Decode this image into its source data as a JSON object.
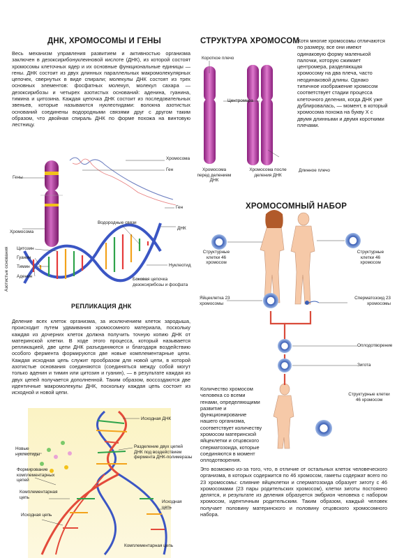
{
  "left": {
    "title": "ДНК, ХРОМОСОМЫ И ГЕНЫ",
    "intro": "Весь механизм управления развитием и активностью организма заключен в дезоксирибонуклеиновой кислоте (ДНК), из которой состоят хромосомы клеточных ядер и их основные функциональные единицы — гены. ДНК состоит из двух длинных параллельных макромолекулярных цепочек, свернутых в виде спирали; молекулы ДНК состоят из трех основных элементов: фосфатных молекул, молекул сахара — дезоксирибозы и четырех азотистых оснований: аденина, гуанина, тимина и цитозина. Каждая цепочка ДНК состоит из последовательных звеньев, которые называются нуклеотидами: волокна азотистых оснований соединены водородными связями друг с другом таким образом, что двойная спираль ДНК по форме похожа на винтовую лестницу.",
    "dna_labels": {
      "chromosome_top": "Хромосома",
      "gene_top": "Ген",
      "genes": "Гены",
      "gene_mid": "Ген",
      "hydrogen_bonds": "Водородные связи",
      "dna": "ДНК",
      "chromosome_left": "Хромосома",
      "nitrogen_bases": "Азотистые основания",
      "cytosine": "Цитозин",
      "guanine": "Гуанин",
      "thymine": "Тимин",
      "adenine": "Аденин",
      "nucleotide": "Нуклеотид",
      "side_chain": "Боковая цепочка дезоксирибозы и фосфата"
    },
    "replication_title": "РЕПЛИКАЦИЯ ДНК",
    "replication_text": "Деление всех клеток организма, за исключением клеток зародыша, происходит путем удваивания хромосомного материала, поскольку каждая из дочерних клеток должна получить точную копию ДНК от материнской клетки. В ходе этого процесса, который называется репликацией, две цепи ДНК разъединяются и благодаря воздействию особого фермента формируются две новые комплементарные цепи. Каждая исходная цепь служит прообразом для новой цепи, в которой азотистые основания соединяются (соединяться между собой могут только аденин и тимин или цитозин и гуанин), — в результате каждая из двух цепей получается дополненной. Таким образом, воссоздаются две идентичные макромолекулы ДНК, поскольку каждая цепь состоит из исходной и новой цепи.",
    "rep_labels": {
      "source_dna": "Исходная ДНК",
      "new_nucleotides": "Новые нуклеотиды",
      "separation": "Разделение двух цепей ДНК под воздействием фермента ДНК-полимеразы",
      "forming": "Формирование комплементарных цепей",
      "complementary": "Комплементарная цепь",
      "source_chain_left": "Исходная цепь",
      "source_chain_right": "Исходная цепь",
      "complementary_bottom": "Комплементарная цепь"
    }
  },
  "right": {
    "title": "СТРУКТУРА ХРОМОСОМ",
    "structure_text": "Хотя многие хромосомы отличаются по размеру, все они имеют одинаковую форму маленькой палочки, которую сжимает центромера, разделяющая хромосому на два плеча, часто неодинаковой длины. Однако типичное изображение хромосом соответствует стадии процесса клеточного деления, когда ДНК уже дублировалась, — момент, в который хромосома похожа на букву Х с двумя длинными и двумя короткими плечами.",
    "structure_labels": {
      "short_arm": "Короткое плечо",
      "centromere": "Центромера",
      "before": "Хромосома перед делением ДНК",
      "after": "Хромосома после деления ДНК",
      "long_arm": "Длинное плечо"
    },
    "set_title": "ХРОМОСОМНЫЙ НАБОР",
    "set_labels": {
      "struct_left": "Структурные клетки 46 хромосом",
      "struct_right": "Структурные клетки 46 хромосом",
      "egg": "Яйцеклетка 23 хромосомы",
      "sperm": "Сперматозоид 23 хромосомы",
      "fertilization": "Оплодотворение",
      "zygote": "Зигота",
      "struct_bottom": "Структурные клетки 46 хромосом"
    },
    "count_text": "Количество хромосом человека со всеми генами, определяющими развитие и функционирование нашего организма, соответствует количеству хромосом материнской яйцеклетки и отцовского сперматозоида, которые соединяются в момент оплодотворения.",
    "final_text": "Это возможно из-за того, что, в отличие от остальных клеток человеческого организма, в которых содержится по 46 хромосом, гаметы содержат всего по 23 хромосомы: слияние яйцеклетки и сперматозоида образует зиготу с 46 хромосомами (23 пары родительских хромосом), клетки зиготы постоянно делятся, и результате из деления образуется эмбрион человека с набором хромосом, идентичным родительским. Таким образом, каждый человек получает половину материнского и половину отцовского хромосомного набора."
  }
}
